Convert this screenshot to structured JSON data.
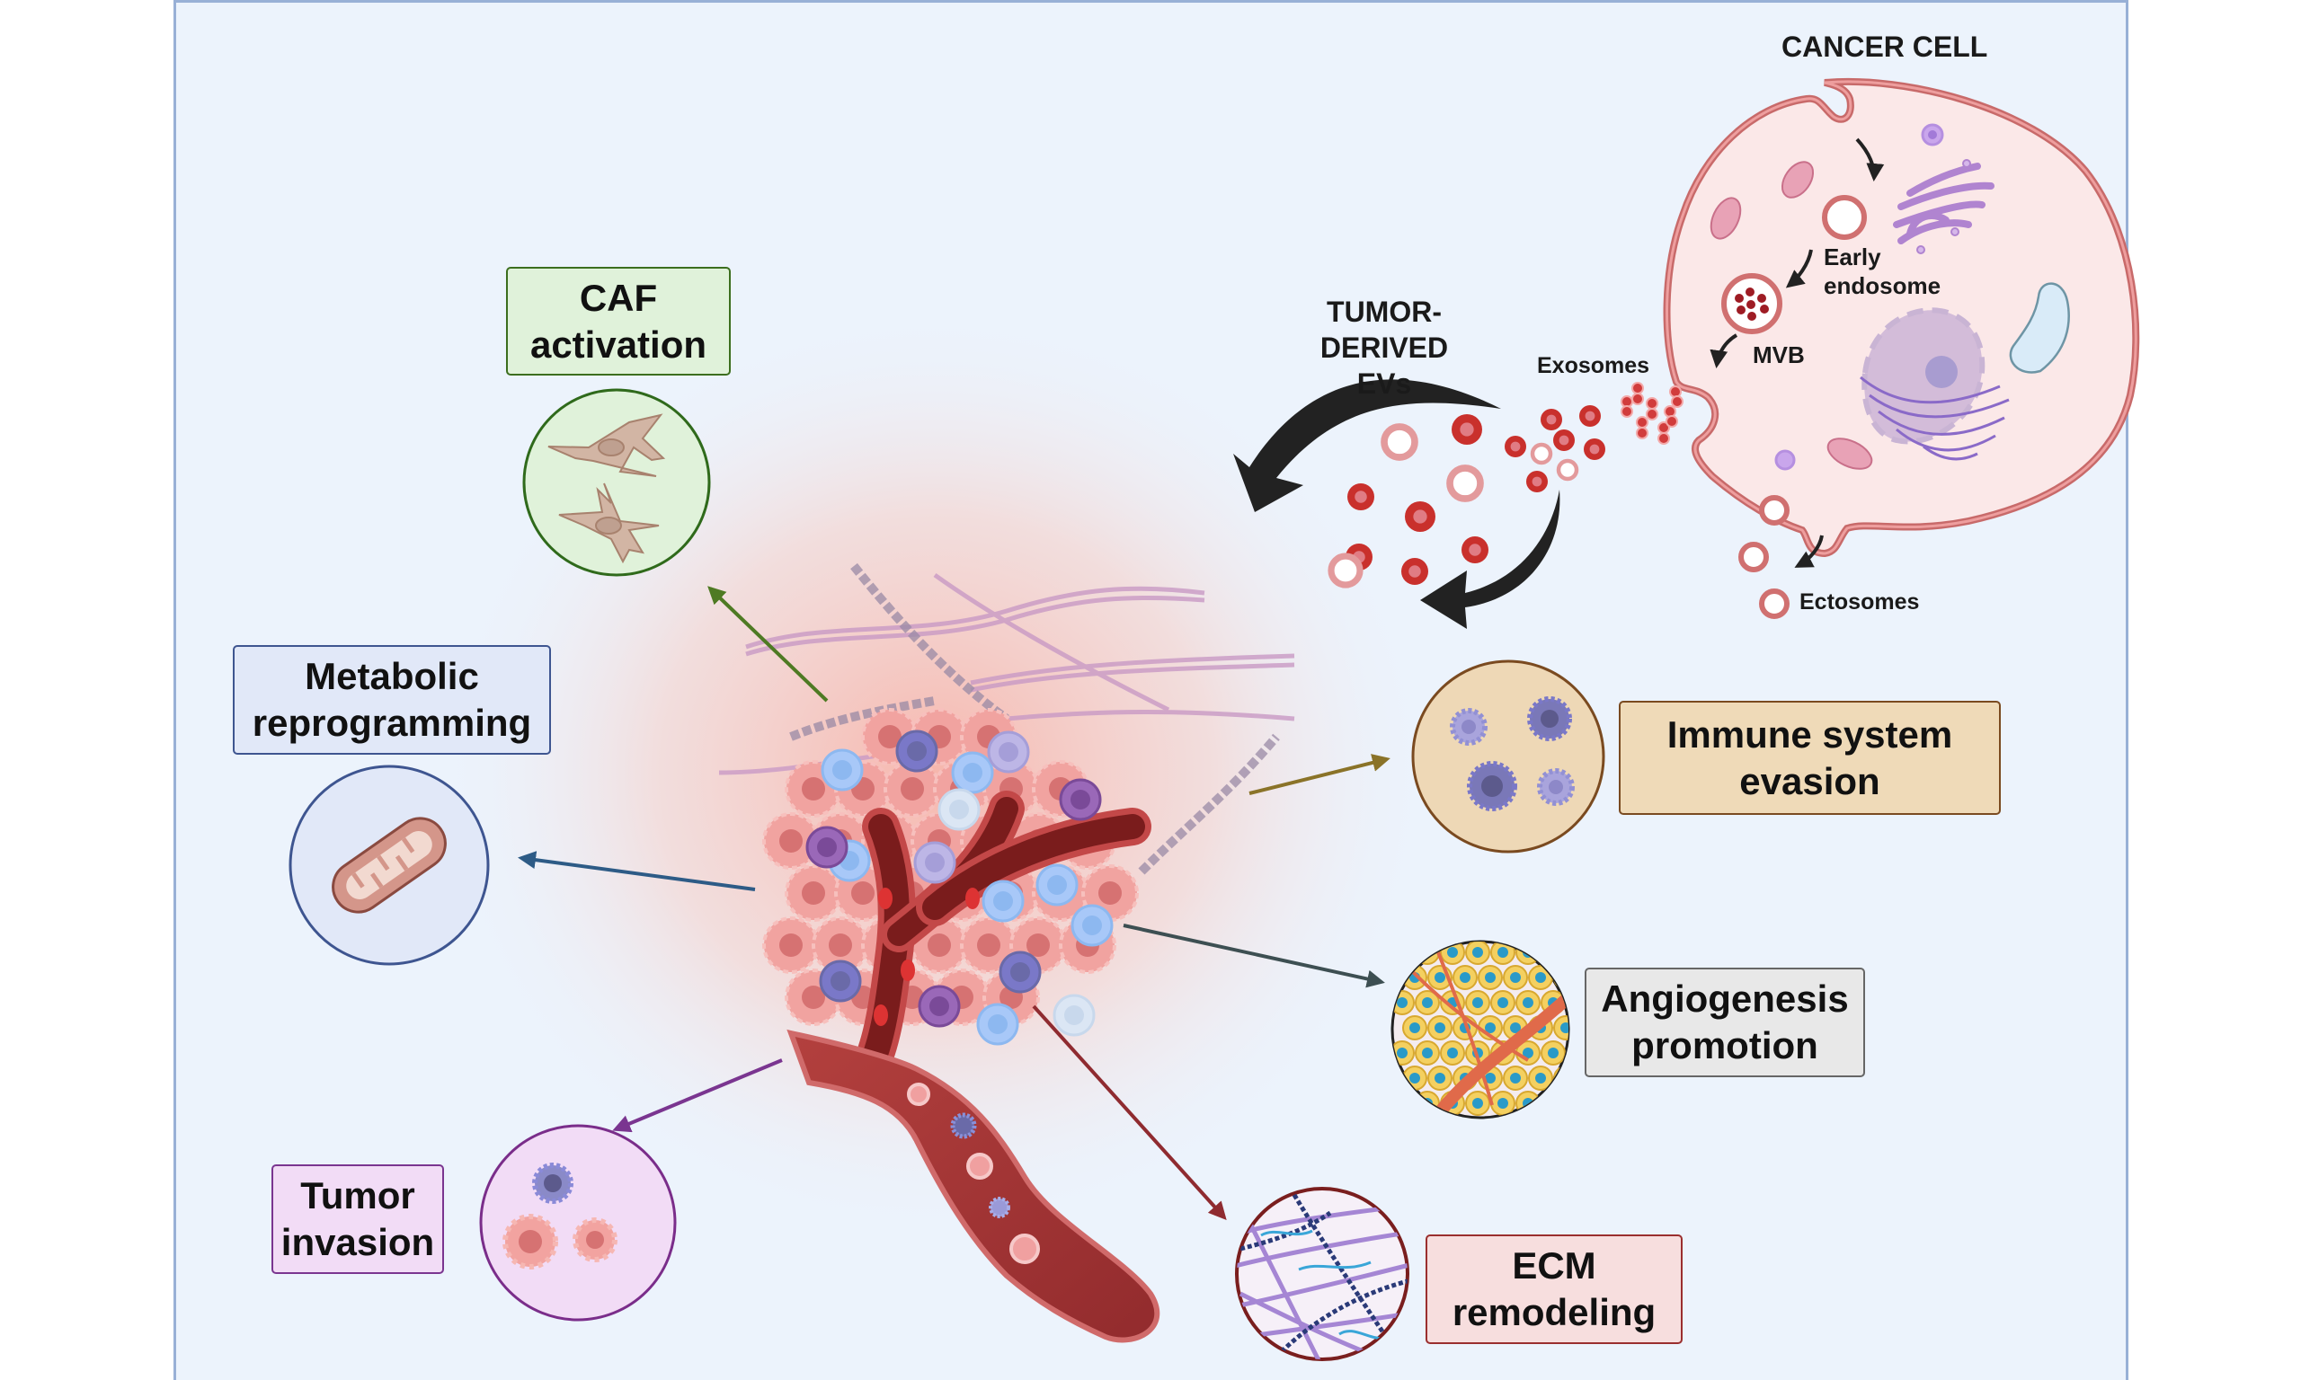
{
  "figure": {
    "title": "Tumor-derived extracellular vesicles in the tumor microenvironment",
    "colors": {
      "panel_bg": "#ecf3fc",
      "panel_border": "#98b0d6",
      "vesicle_red": "#c9302c",
      "vesicle_light": "#e07c84",
      "arrow_black": "#222222"
    }
  },
  "cancer_cell": {
    "title": "CANCER CELL",
    "labels": {
      "early_endosome_line1": "Early",
      "early_endosome_line2": "endosome",
      "mvb": "MVB",
      "exosomes": "Exosomes",
      "ectosomes": "Ectosomes"
    }
  },
  "evs": {
    "title_line1": "TUMOR-",
    "title_line2": "DERIVED EVs"
  },
  "outcomes": [
    {
      "id": "caf",
      "line1": "CAF",
      "line2": "activation",
      "fill": "#e0f2da",
      "border": "#3c6e1e",
      "arrow": "#4e7a23",
      "icon": "fibroblast-icon"
    },
    {
      "id": "metabolic",
      "line1": "Metabolic",
      "line2": "reprogramming",
      "fill": "#e1e8f8",
      "border": "#3e5590",
      "arrow": "#2d5b86",
      "icon": "mitochondrion-icon"
    },
    {
      "id": "immune",
      "line1": "Immune system",
      "line2": "evasion",
      "fill": "#efdab8",
      "border": "#7a4a20",
      "arrow": "#8a7328",
      "icon": "immune-cells-icon"
    },
    {
      "id": "angiogenesis",
      "line1": "Angiogenesis",
      "line2": "promotion",
      "fill": "#e8e8e8",
      "border": "#666666",
      "arrow": "#3d4f52",
      "icon": "vascularized-tissue-icon"
    },
    {
      "id": "invasion",
      "line1": "Tumor",
      "line2": "invasion",
      "fill": "#f2dcf6",
      "border": "#7a3590",
      "arrow": "#7a3590",
      "icon": "invading-cells-icon"
    },
    {
      "id": "ecm",
      "line1": "ECM",
      "line2": "remodeling",
      "fill": "#f7dede",
      "border": "#9a2e2e",
      "arrow": "#8f2b30",
      "icon": "ecm-fibers-icon"
    }
  ]
}
